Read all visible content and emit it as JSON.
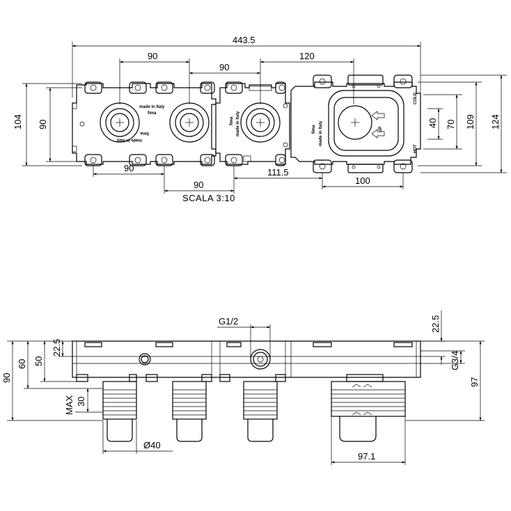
{
  "drawing": {
    "scale_label": "SCALA  3:10",
    "top_view": {
      "dims": {
        "overall_width": "443.5",
        "module1_spacing": "90",
        "mid_spacing": "90",
        "right_120": "120",
        "height_104": "104",
        "height_90": "90",
        "bottom_90a": "90",
        "bottom_90b": "90",
        "bottom_111_5": "111.5",
        "bottom_100": "100",
        "right_40": "40",
        "right_70": "70",
        "right_109": "109",
        "right_124": "124"
      },
      "labels": {
        "made_in_italy": "made in Italy",
        "fima": "fima",
        "up": "UP",
        "cold": "COLD",
        "hot": "HOT"
      }
    },
    "side_view": {
      "dims": {
        "h90": "90",
        "h60": "60",
        "h50": "50",
        "h22_5_left": "22.5",
        "max_label": "MAX",
        "max_30": "30",
        "g1_2": "G1/2",
        "dia_40": "Ø40",
        "h22_5_right": "22.5",
        "g3_4": "G3/4",
        "h97": "97",
        "w97_1": "97.1"
      }
    }
  }
}
